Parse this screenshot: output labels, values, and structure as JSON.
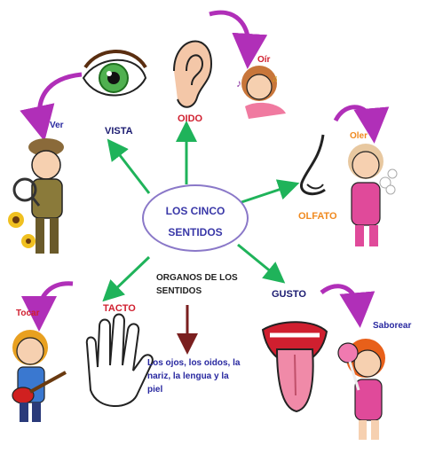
{
  "center": {
    "line1": "LOS CINCO",
    "line2": "SENTIDOS"
  },
  "organos": {
    "line1": "ORGANOS DE LOS",
    "line2": "SENTIDOS"
  },
  "description": "Los ojos, los oidos, la nariz, la lengua y la piel",
  "senses": {
    "vista": "VISTA",
    "oido": "OIDO",
    "olfato": "OLFATO",
    "tacto": "TACTO",
    "gusto": "GUSTO"
  },
  "actions": {
    "ver": "Ver",
    "oir": "Oír",
    "oler": "Oler",
    "tocar": "Tocar",
    "saborear": "Saborear"
  },
  "colors": {
    "arrow_green": "#1fb35a",
    "arrow_magenta": "#b02fb8",
    "ellipse_border": "#8a78c8",
    "text_blue": "#2828a0"
  }
}
